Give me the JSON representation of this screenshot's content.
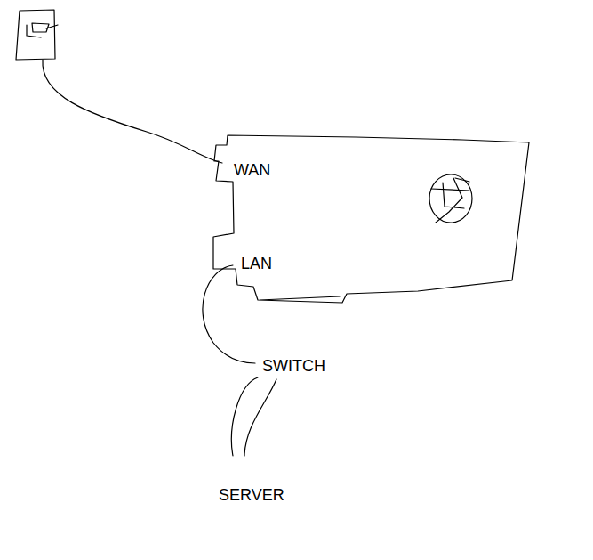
{
  "diagram": {
    "nodes": [
      {
        "text": [
          "WAN",
          "LAN"
        ]
      }
    ],
    "labels": [
      "SWITCH",
      "SERVER"
    ]
  }
}
